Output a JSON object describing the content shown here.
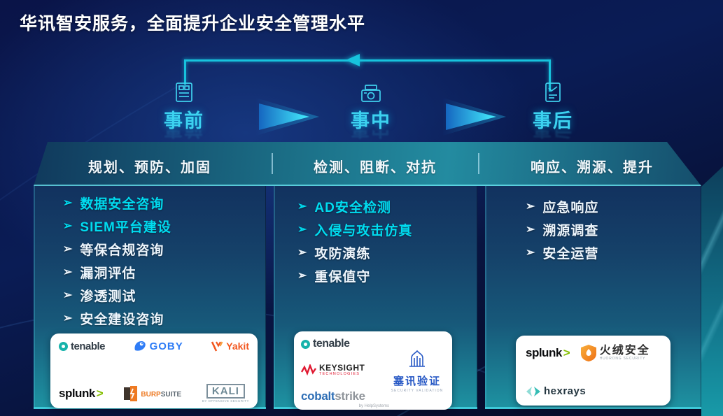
{
  "slide": {
    "title": "华讯智安服务，全面提升企业安全管理水平"
  },
  "glyphs": {
    "bullet": "➢"
  },
  "colors": {
    "accent_cyan": "#3cd2f0",
    "highlight_item": "#00dcf0",
    "loop_line": "#17c3dd",
    "column_teal": "#1e93a2"
  },
  "phases": [
    {
      "label": "事前",
      "icon": "planning-checklist-icon",
      "subtitle": "规划、预防、加固",
      "items": [
        {
          "text": "数据安全咨询"
        },
        {
          "text": "SIEM平台建设"
        },
        {
          "text": "等保合规咨询"
        },
        {
          "text": "漏洞评估"
        },
        {
          "text": "渗透测试"
        },
        {
          "text": "安全建设咨询"
        }
      ]
    },
    {
      "label": "事中",
      "icon": "monitoring-camera-icon",
      "subtitle": "检测、阻断、对抗",
      "items": [
        {
          "text": "AD安全检测"
        },
        {
          "text": "入侵与攻击仿真"
        },
        {
          "text": "攻防演练"
        },
        {
          "text": "重保值守"
        }
      ]
    },
    {
      "label": "事后",
      "icon": "report-review-icon",
      "subtitle": "响应、溯源、提升",
      "items": [
        {
          "text": "应急响应"
        },
        {
          "text": "溯源调查"
        },
        {
          "text": "安全运营"
        }
      ]
    }
  ],
  "logos": {
    "tenable": {
      "name": "tenable"
    },
    "goby": {
      "name": "GOBY"
    },
    "yakit": {
      "name": "Yakit"
    },
    "splunk": {
      "name": "splunk",
      "caret": ">"
    },
    "burpsuite": {
      "part1": "BURP",
      "part2": "SUITE"
    },
    "kali": {
      "name": "KALI",
      "sub": "BY OFFENSIVE SECURITY"
    },
    "keysight": {
      "name": "KEYSIGHT",
      "sub": "TECHNOLOGIES"
    },
    "cobaltstrike": {
      "part1": "cobalt",
      "part2": "strike",
      "sub": "by HelpSystems"
    },
    "saixun": {
      "name": "塞讯验证",
      "sub": "SECURITY VALIDATION"
    },
    "huorong": {
      "name": "火绒安全",
      "sub": "HUORONG SECURITY"
    },
    "hexrays": {
      "name": "hexrays"
    }
  }
}
